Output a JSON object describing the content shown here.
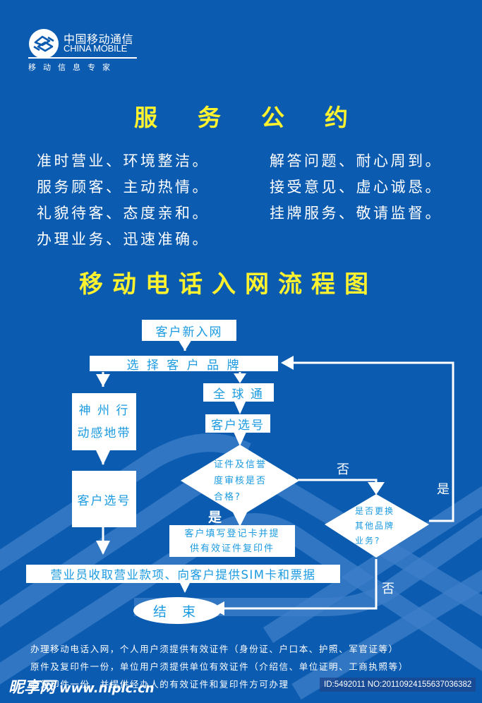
{
  "colors": {
    "background": "#0B5BB0",
    "title_yellow": "#FFF22E",
    "box_text_blue": "#1A9AE0",
    "pattern_light": "#3D7FC8"
  },
  "logo": {
    "name_cn": "中国移动通信",
    "name_en": "CHINA MOBILE",
    "slogan": "移动信息专家",
    "icon": "china-mobile-logo-icon"
  },
  "service_pledge": {
    "title": "服务公约",
    "left_items": [
      "准时营业、环境整洁。",
      "服务顾客、主动热情。",
      "礼貌待客、态度亲和。",
      "办理业务、迅速准确。"
    ],
    "right_items": [
      "解答问题、耐心周到。",
      "接受意见、虚心诚恳。",
      "挂牌服务、敬请监督。"
    ]
  },
  "flowchart": {
    "title": "移动电话入网流程图",
    "nodes": {
      "start": "客户新入网",
      "choose_brand": "选 择 客 户 品 牌",
      "gotone": "全 球 通",
      "gotone_select_number": "客户选号",
      "szx_line1": "神 州 行",
      "szx_line2": "动感地带",
      "szx_select_number": "客户选号",
      "credit_check_line1": "证件及信誉",
      "credit_check_line2": "度审核是否",
      "credit_check_line3": "合格?",
      "fill_form_line1": "客户填写登记卡并提",
      "fill_form_line2": "供有效证件复印件",
      "change_brand_line1": "是否更换",
      "change_brand_line2": "其他品牌",
      "change_brand_line3": "业务?",
      "collect_payment": "营业员收取营业款项、向客户提供SIM卡和票据",
      "end": "结 束"
    },
    "edge_labels": {
      "credit_yes": "是",
      "credit_no": "否",
      "change_yes": "是",
      "change_no": "否"
    }
  },
  "notes": {
    "line1": "办理移动电话入网，个人用户须提供有效证件（身份证、户口本、护照、军官证等）",
    "line2": "原件及复印件一份，单位用户须提供单位有效证件（介绍信、单位证明、工商执照等）",
    "line3": "原复印件一份，并提供经办人的有效证件和复印件方可办理"
  },
  "watermark": {
    "brand": "昵享网",
    "url": "www.nipic.cn",
    "id_text": "ID:5492011 NO:20110924155637036382"
  }
}
